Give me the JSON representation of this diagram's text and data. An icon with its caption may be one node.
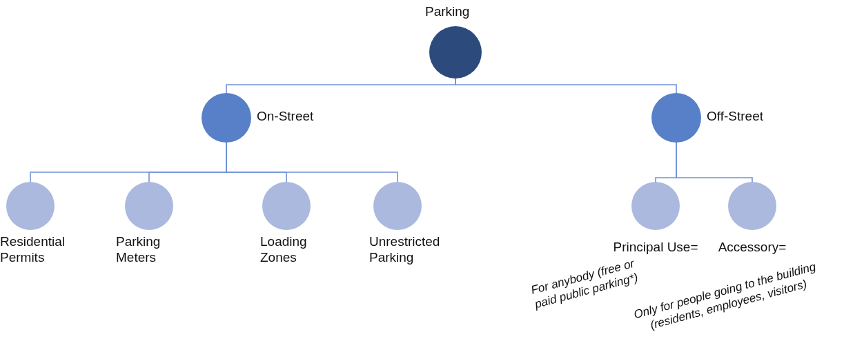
{
  "diagram": {
    "nodes": [
      {
        "text": [
          "Parking"
        ]
      },
      {
        "text": [
          "On-Street"
        ]
      },
      {
        "text": [
          "Off-Street"
        ]
      },
      {
        "text": [
          "Residential Permits"
        ]
      },
      {
        "text": [
          "Parking Meters"
        ]
      },
      {
        "text": [
          "Loading Zones"
        ]
      },
      {
        "text": [
          "Unrestricted Parking"
        ]
      },
      {
        "text": [
          "Principal Use="
        ],
        "beside": [
          "For anybody (free or paid public parking*)"
        ]
      },
      {
        "text": [
          "Accessory="
        ],
        "beside": [
          "Only for people going to the building (residents, employees, visitors)"
        ]
      }
    ],
    "edges": [
      {
        "from": 0,
        "to": 1,
        "arrow": "none"
      },
      {
        "from": 0,
        "to": 2,
        "arrow": "none"
      },
      {
        "from": 1,
        "to": 3,
        "arrow": "none"
      },
      {
        "from": 1,
        "to": 4,
        "arrow": "none"
      },
      {
        "from": 1,
        "to": 5,
        "arrow": "none"
      },
      {
        "from": 1,
        "to": 6,
        "arrow": "none"
      },
      {
        "from": 2,
        "to": 7,
        "arrow": "none"
      },
      {
        "from": 2,
        "to": 8,
        "arrow": "none"
      }
    ]
  }
}
